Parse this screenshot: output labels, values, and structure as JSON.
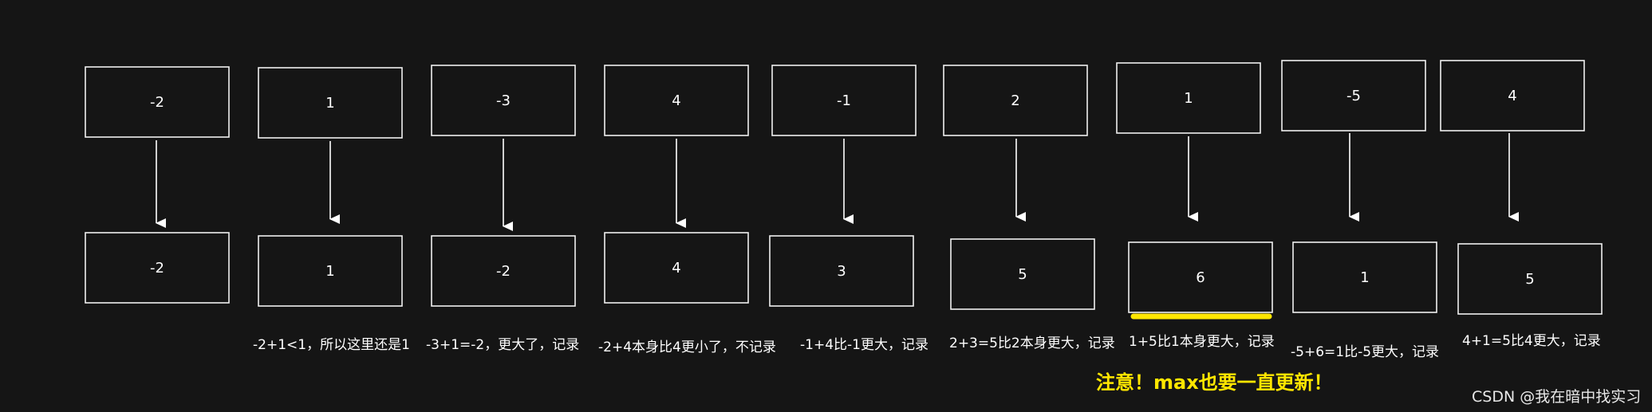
{
  "columns": [
    {
      "top": "-2",
      "bottom": "-2",
      "note": ""
    },
    {
      "top": "1",
      "bottom": "1",
      "note": "-2+1<1，所以这里还是1"
    },
    {
      "top": "-3",
      "bottom": "-2",
      "note": "-3+1=-2，更大了，记录"
    },
    {
      "top": "4",
      "bottom": "4",
      "note": "-2+4本身比4更小了，不记录"
    },
    {
      "top": "-1",
      "bottom": "3",
      "note": "-1+4比-1更大，记录"
    },
    {
      "top": "2",
      "bottom": "5",
      "note": "2+3=5比2本身更大，记录"
    },
    {
      "top": "1",
      "bottom": "6",
      "note": "1+5比1本身更大，记录",
      "highlighted": true
    },
    {
      "top": "-5",
      "bottom": "1",
      "note": "-5+6=1比-5更大，记录"
    },
    {
      "top": "4",
      "bottom": "5",
      "note": "4+1=5比4更大，记录"
    }
  ],
  "emphasis": "注意！max也要一直更新！",
  "watermark": "CSDN @我在暗中找实习",
  "colors": {
    "background": "#151515",
    "stroke": "#f0f0f0",
    "highlight": "#ffe600"
  }
}
